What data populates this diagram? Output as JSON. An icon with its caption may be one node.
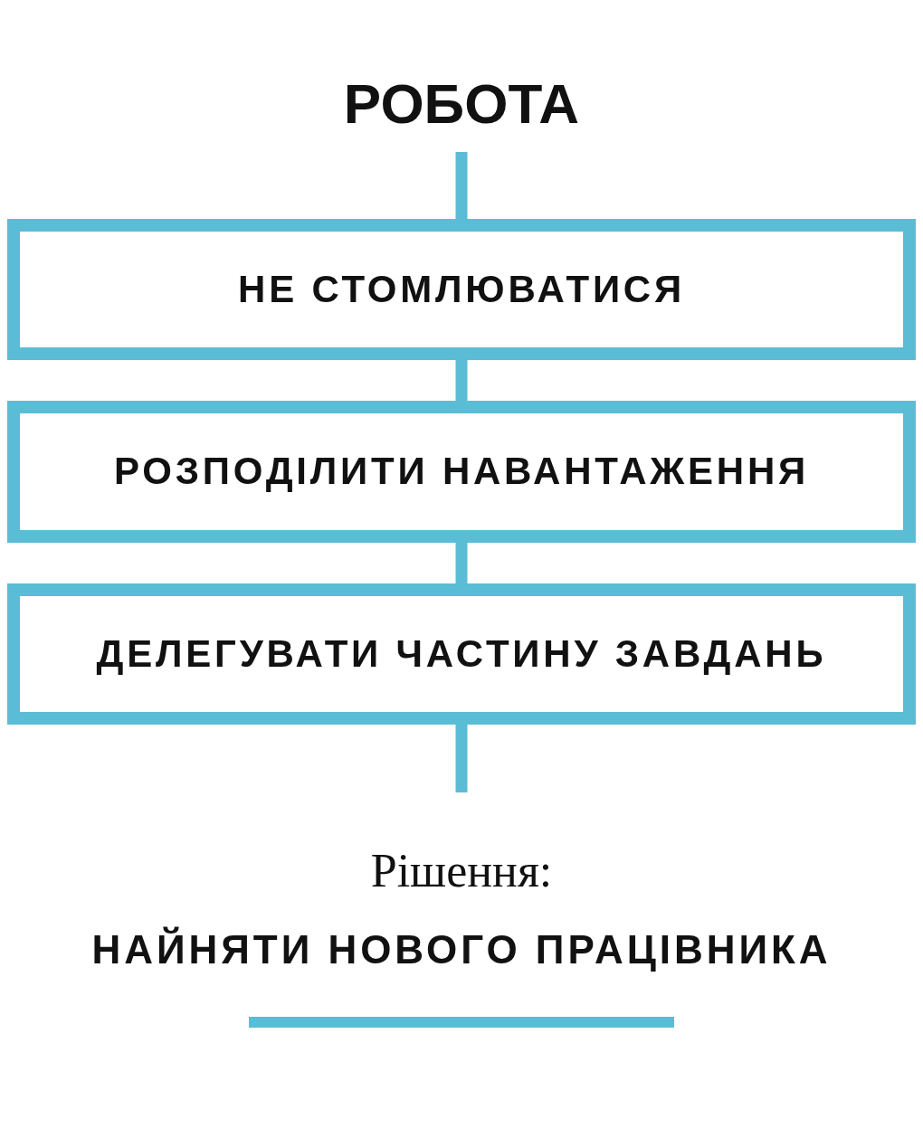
{
  "diagram": {
    "nodes": [
      {
        "text": [
          "РОБОТА"
        ]
      },
      {
        "text": [
          "НЕ СТОМЛЮВАТИСЯ"
        ]
      },
      {
        "text": [
          "РОЗПОДІЛИТИ НАВАНТАЖЕННЯ"
        ]
      },
      {
        "text": [
          "ДЕЛЕГУВАТИ ЧАСТИНУ ЗАВДАНЬ"
        ]
      }
    ],
    "edges": [
      {
        "from": 0,
        "to": 1,
        "arrow": "none"
      },
      {
        "from": 1,
        "to": 2,
        "arrow": "none"
      },
      {
        "from": 2,
        "to": 3,
        "arrow": "none"
      },
      {
        "from": 3,
        "to": null,
        "arrow": "none"
      }
    ],
    "labels": [
      "Рішення:",
      "НАЙНЯТИ НОВОГО ПРАЦІВНИКА"
    ]
  }
}
